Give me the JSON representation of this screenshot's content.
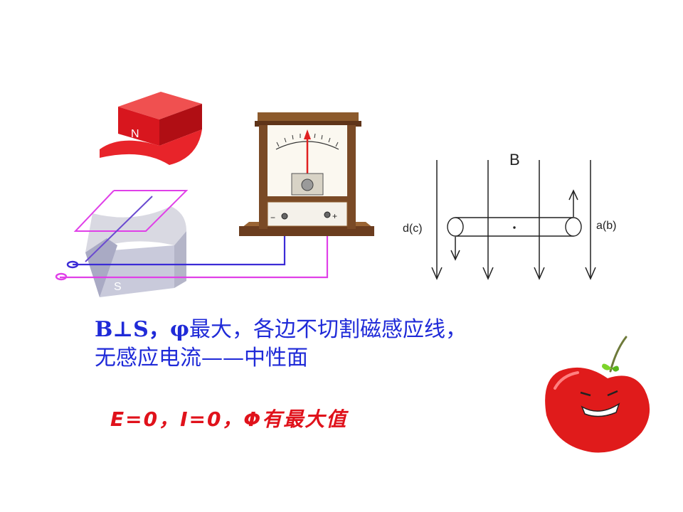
{
  "illustration": {
    "magnet": {
      "north_label": "N",
      "south_label": "S"
    },
    "galvanometer": {
      "minus_label": "−",
      "plus_label": "+"
    }
  },
  "diagram": {
    "field_label": "B",
    "left_label": "d(c)",
    "right_label": "a(b)"
  },
  "caption": {
    "line1_bold": "B⊥S，φ",
    "line1_rest": "最大，各边不切割磁感应线，",
    "line2": "无感应电流——中性面"
  },
  "formula": "E=0，I=0，Φ有最大值",
  "colors": {
    "text_blue": "#1f2ad8",
    "formula_red": "#e0121b",
    "magnet_red": "#d8161e",
    "coil_magenta": "#e040e8",
    "wire_blue": "#3b2bd6",
    "meter_wood": "#7a4a26",
    "cherry_red": "#e01b1b"
  }
}
